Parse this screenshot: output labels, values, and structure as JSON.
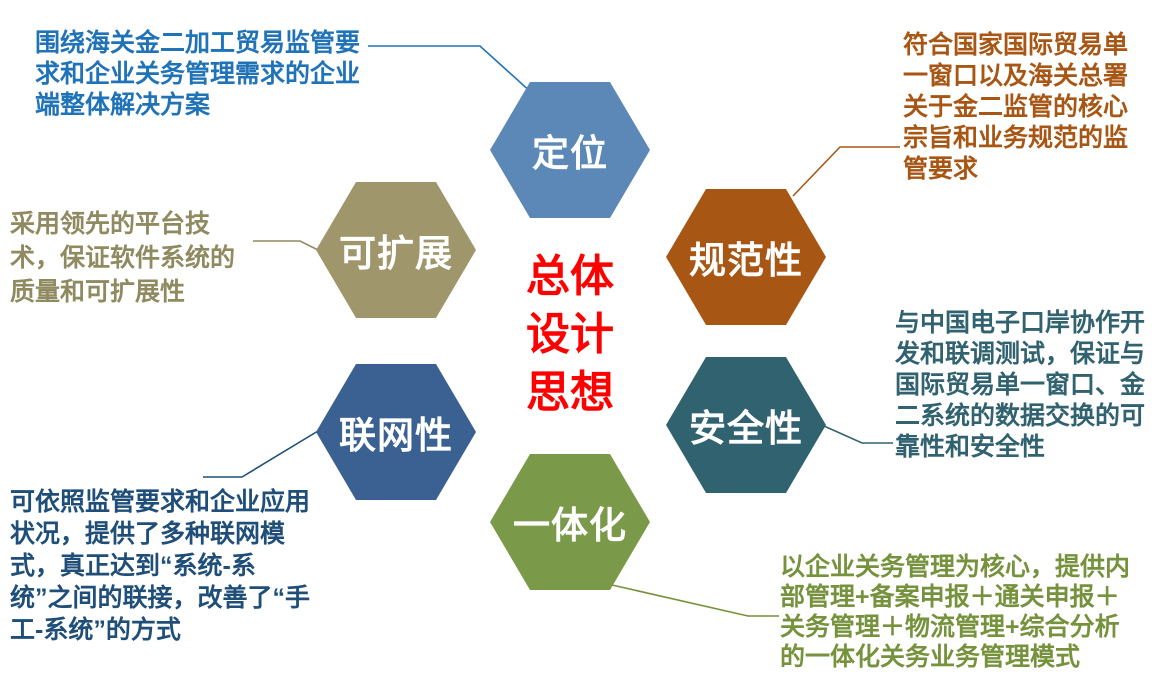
{
  "center_title": {
    "lines": [
      "总体",
      "设计",
      "思想"
    ],
    "color": "#FF0000"
  },
  "hexagons": {
    "positioning": {
      "label": "定位",
      "color": "#5C88B8"
    },
    "standardization": {
      "label": "规范性",
      "color": "#A85614"
    },
    "security": {
      "label": "安全性",
      "color": "#31626F"
    },
    "integration": {
      "label": "一体化",
      "color": "#7A9A49"
    },
    "networking": {
      "label": "联网性",
      "color": "#3A6191"
    },
    "scalability": {
      "label": "可扩展",
      "color": "#9F976B"
    }
  },
  "descriptions": {
    "positioning": {
      "text": "围绕海关金二加工贸易监管要求和企业关务管理需求的企业端整体解决方案",
      "color": "#2173B8"
    },
    "standardization": {
      "text": "符合国家国际贸易单一窗口以及海关总署关于金二监管的核心宗旨和业务规范的监管要求",
      "color": "#A85614"
    },
    "scalability": {
      "text": "采用领先的平台技术，保证软件系统的质量和可扩展性",
      "color": "#8F8A60"
    },
    "security": {
      "text": "与中国电子口岸协作开发和联调测试，保证与国际贸易单一窗口、金二系统的数据交换的可靠性和安全性",
      "color": "#31626F"
    },
    "networking": {
      "text": "可依照监管要求和企业应用状况，提供了多种联网模式，真正达到“系统-系统”之间的联接，改善了“手工-系统”的方式",
      "color": "#1F4E79"
    },
    "integration": {
      "text": "以企业关务管理为核心，提供内部管理+备案申报＋通关申报＋关务管理＋物流管理+综合分析的一体化关务业务管理模式",
      "color": "#76923C"
    }
  }
}
